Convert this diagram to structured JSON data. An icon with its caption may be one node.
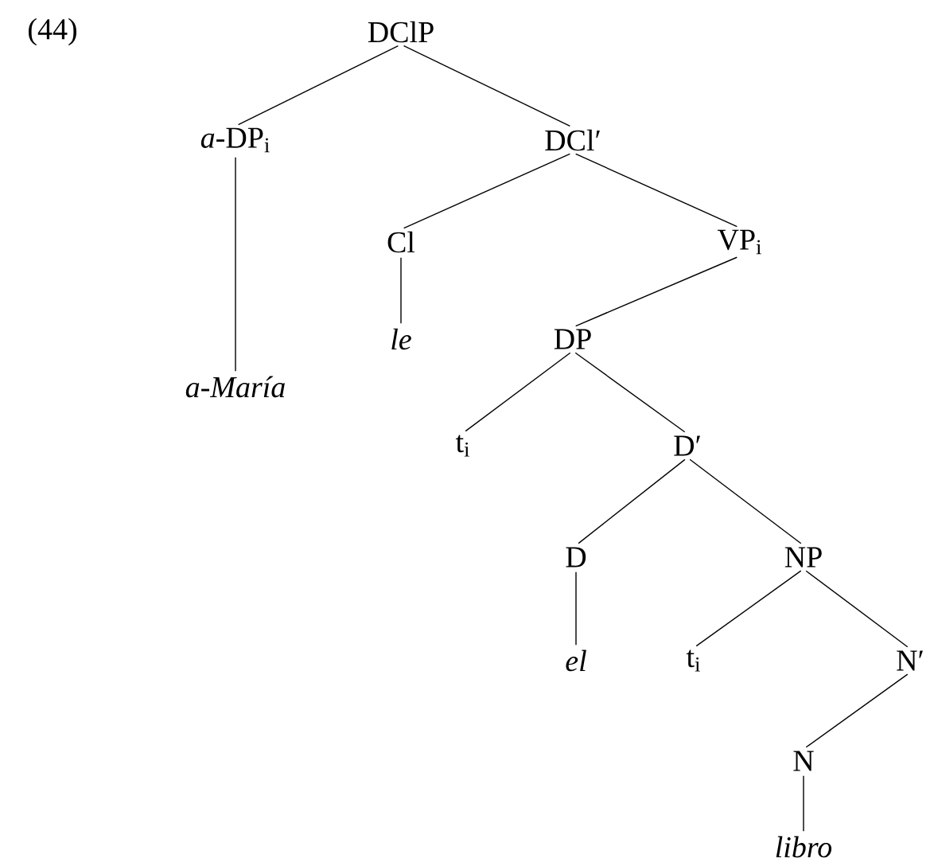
{
  "diagram": {
    "nodes": [
      {
        "text": [
          "DClP"
        ]
      },
      {
        "text": [
          "*a*-DP$_{i}$"
        ]
      },
      {
        "text": [
          "DCl′"
        ]
      },
      {
        "text": [
          "a-María"
        ]
      },
      {
        "text": [
          "Cl"
        ]
      },
      {
        "text": [
          "VP$_{i}$"
        ]
      },
      {
        "text": [
          "le"
        ]
      },
      {
        "text": [
          "DP"
        ]
      },
      {
        "text": [
          "t$_{i}$"
        ]
      },
      {
        "text": [
          "D′"
        ]
      },
      {
        "text": [
          "D"
        ]
      },
      {
        "text": [
          "NP"
        ]
      },
      {
        "text": [
          "el"
        ]
      },
      {
        "text": [
          "t$_{i}$"
        ]
      },
      {
        "text": [
          "N′"
        ]
      },
      {
        "text": [
          "N"
        ]
      },
      {
        "text": [
          "libro"
        ]
      }
    ],
    "edges": [
      {
        "from": 0,
        "to": 1,
        "arrow": "none"
      },
      {
        "from": 0,
        "to": 2,
        "arrow": "none"
      },
      {
        "from": 1,
        "to": 3,
        "arrow": "none"
      },
      {
        "from": 2,
        "to": 4,
        "arrow": "none"
      },
      {
        "from": 2,
        "to": 5,
        "arrow": "none"
      },
      {
        "from": 4,
        "to": 6,
        "arrow": "none"
      },
      {
        "from": 5,
        "to": 7,
        "arrow": "none"
      },
      {
        "from": 7,
        "to": 8,
        "arrow": "none"
      },
      {
        "from": 7,
        "to": 9,
        "arrow": "none"
      },
      {
        "from": 9,
        "to": 10,
        "arrow": "none"
      },
      {
        "from": 9,
        "to": 11,
        "arrow": "none"
      },
      {
        "from": 10,
        "to": 12,
        "arrow": "none"
      },
      {
        "from": 11,
        "to": 13,
        "arrow": "none"
      },
      {
        "from": 11,
        "to": 14,
        "arrow": "none"
      },
      {
        "from": 14,
        "to": 15,
        "arrow": "none"
      },
      {
        "from": 15,
        "to": 16,
        "arrow": "none"
      }
    ],
    "labels": [
      "(44)"
    ]
  }
}
